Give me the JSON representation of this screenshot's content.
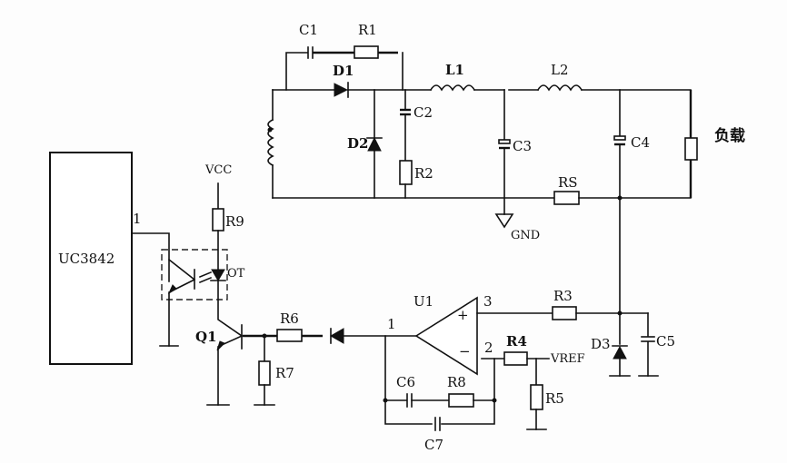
{
  "diagram": {
    "type": "circuit-schematic",
    "ic": {
      "name": "UC3842",
      "pin_label": "1"
    },
    "supply": {
      "vcc": "VCC",
      "gnd": "GND",
      "vref": "VREF"
    },
    "load_label": "负载",
    "components": {
      "C1": "C1",
      "C2": "C2",
      "C3": "C3",
      "C4": "C4",
      "C5": "C5",
      "C6": "C6",
      "C7": "C7",
      "R1": "R1",
      "R2": "R2",
      "R3": "R3",
      "R4": "R4",
      "R5": "R5",
      "R6": "R6",
      "R7": "R7",
      "R8": "R8",
      "R9": "R9",
      "RS": "RS",
      "L1": "L1",
      "L2": "L2",
      "D1": "D1",
      "D2": "D2",
      "D3": "D3",
      "Q1": "Q1",
      "U1": "U1",
      "OT": "OT"
    },
    "opamp_pins": {
      "out": "1",
      "minus_pin": "2",
      "plus_pin": "3",
      "plus_sign": "+",
      "minus_sign": "−"
    }
  }
}
